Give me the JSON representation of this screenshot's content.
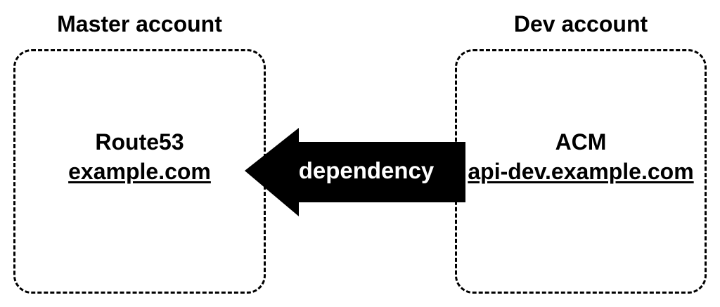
{
  "accounts": {
    "master": {
      "title": "Master account",
      "service": "Route53",
      "domain": "example.com"
    },
    "dev": {
      "title": "Dev account",
      "service": "ACM",
      "domain": "api-dev.example.com"
    }
  },
  "arrow": {
    "label": "dependency",
    "direction": "dev-to-master (points left)",
    "fill": "#000000",
    "label_color": "#ffffff"
  },
  "colors": {
    "background": "#ffffff",
    "border": "#000000",
    "text": "#000000"
  }
}
